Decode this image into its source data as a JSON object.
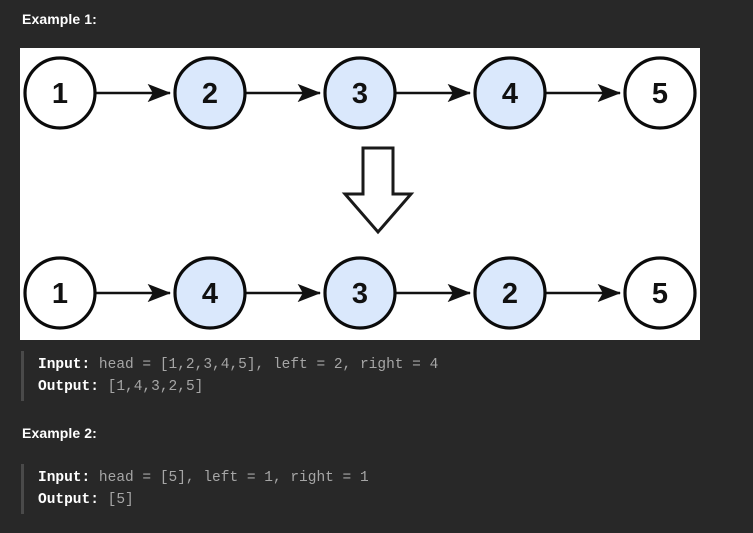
{
  "theme": {
    "page_background": "#282828",
    "canvas_background": "#ffffff",
    "node_highlight_fill": "#dae8fc",
    "node_plain_fill": "#ffffff",
    "node_stroke": "#0b0b0b",
    "code_border": "#4a4a4a",
    "code_key_color": "#ffffff",
    "code_value_color": "#a6a6a6",
    "title_color": "#ffffff"
  },
  "examples": [
    {
      "title": "Example 1:",
      "input_key": "Input:",
      "input_value": "head = [1,2,3,4,5], left = 2, right = 4",
      "output_key": "Output:",
      "output_value": "[1,4,3,2,5]"
    },
    {
      "title": "Example 2:",
      "input_key": "Input:",
      "input_value": "head = [5], left = 1, right = 1",
      "output_key": "Output:",
      "output_value": "[5]"
    }
  ],
  "diagram": {
    "description": "linked-list-reverse-between-illustration",
    "down_arrow_icon": "thick-down-arrow-icon",
    "rows": [
      {
        "name": "input-list",
        "nodes": [
          {
            "label": "1",
            "highlighted": false
          },
          {
            "label": "2",
            "highlighted": true
          },
          {
            "label": "3",
            "highlighted": true
          },
          {
            "label": "4",
            "highlighted": true
          },
          {
            "label": "5",
            "highlighted": false
          }
        ]
      },
      {
        "name": "output-list",
        "nodes": [
          {
            "label": "1",
            "highlighted": false
          },
          {
            "label": "4",
            "highlighted": true
          },
          {
            "label": "3",
            "highlighted": true
          },
          {
            "label": "2",
            "highlighted": true
          },
          {
            "label": "5",
            "highlighted": false
          }
        ]
      }
    ]
  }
}
